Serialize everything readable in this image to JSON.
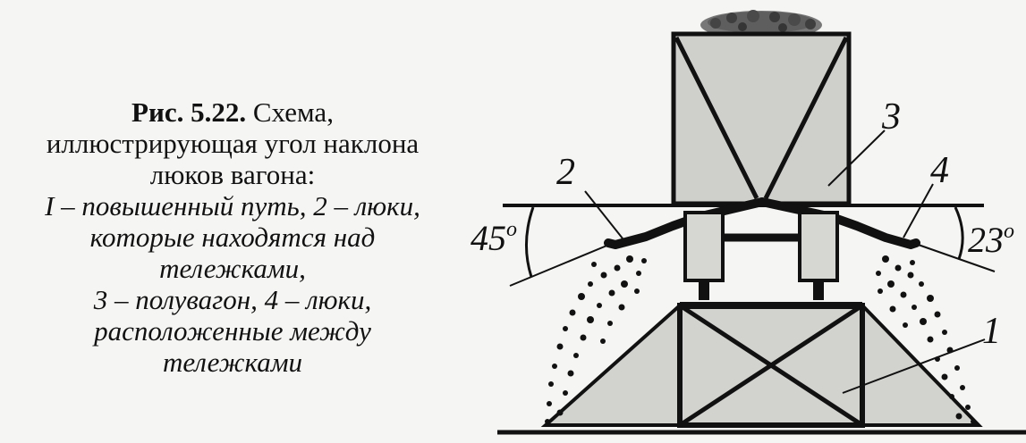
{
  "caption": {
    "figure_number": "Рис. 5.22.",
    "title_part1": "Схема,",
    "title_line2": "иллюстрирующая угол наклона",
    "title_line3": "люков вагона:",
    "legend_line1": "I – повышенный путь, 2 – люки,",
    "legend_line2": "которые находятся над",
    "legend_line3": "тележками,",
    "legend_line4": "3 – полувагон, 4 – люки,",
    "legend_line5": "расположенные между",
    "legend_line6": "тележками"
  },
  "diagram": {
    "label_1": "1",
    "label_2": "2",
    "label_3": "3",
    "label_4": "4",
    "angle_left": "45",
    "angle_left_unit": "o",
    "angle_right": "23",
    "angle_right_unit": "o"
  },
  "colors": {
    "ink": "#111111",
    "fill_gray": "#cfcfcc",
    "background": "#f5f5f3"
  }
}
